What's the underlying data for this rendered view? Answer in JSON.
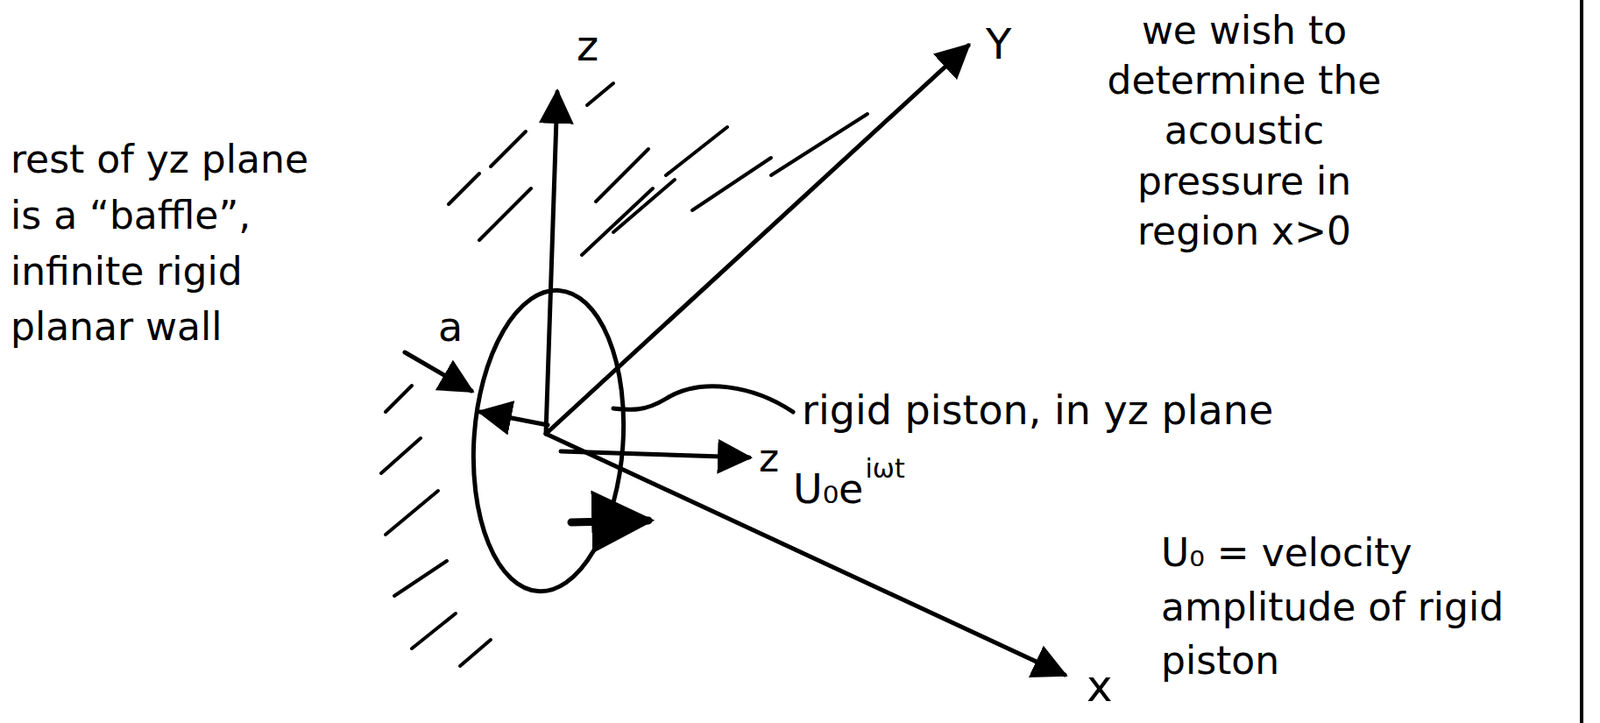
{
  "diagram": {
    "labels": [
      "z",
      "Y",
      "x",
      "we wish to determine the acoustic pressure in region x>0",
      "rest of yz plane is a “baffle”, infinite rigid planar wall",
      "a",
      "rigid piston, in yz plane",
      "z",
      "U₀e",
      "iωt",
      "U₀ = velocity amplitude of rigid piston"
    ]
  }
}
